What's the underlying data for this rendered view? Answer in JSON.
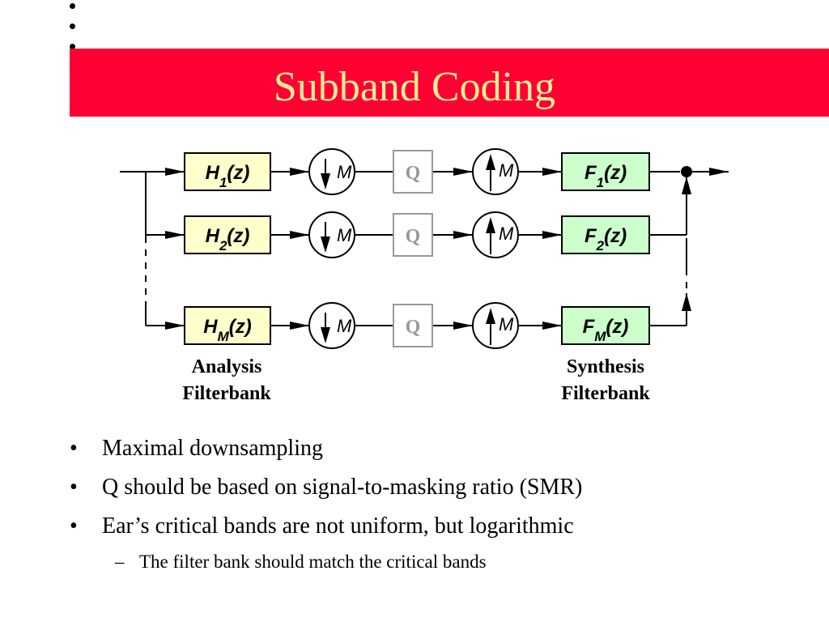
{
  "title": "Subband Coding",
  "diagram": {
    "analysis_filters": [
      {
        "name": "H",
        "sub": "1",
        "tail": "(z)"
      },
      {
        "name": "H",
        "sub": "2",
        "tail": "(z)"
      },
      {
        "name": "H",
        "sub": "M",
        "tail": "(z)"
      }
    ],
    "synthesis_filters": [
      {
        "name": "F",
        "sub": "1",
        "tail": "(z)"
      },
      {
        "name": "F",
        "sub": "2",
        "tail": "(z)"
      },
      {
        "name": "F",
        "sub": "M",
        "tail": "(z)"
      }
    ],
    "downsample_factor": "M",
    "upsample_factor": "M",
    "quantizer_label": "Q",
    "analysis_label": [
      "Analysis",
      "Filterbank"
    ],
    "synthesis_label": [
      "Synthesis",
      "Filterbank"
    ],
    "colors": {
      "analysis_fill": "#ffffcc",
      "synthesis_fill": "#ccffcc",
      "quantizer_stroke": "#999999"
    }
  },
  "bullets": [
    "Maximal downsampling",
    "Q should be based on signal-to-masking ratio (SMR)",
    "Ear’s critical bands are not uniform, but logarithmic"
  ],
  "sub_bullets": [
    "The filter bank should match the critical bands"
  ],
  "bullet_mark": "•",
  "sub_bullet_mark": "–",
  "colors": {
    "title_band": "#ff0033",
    "title_text": "#ffee99"
  }
}
